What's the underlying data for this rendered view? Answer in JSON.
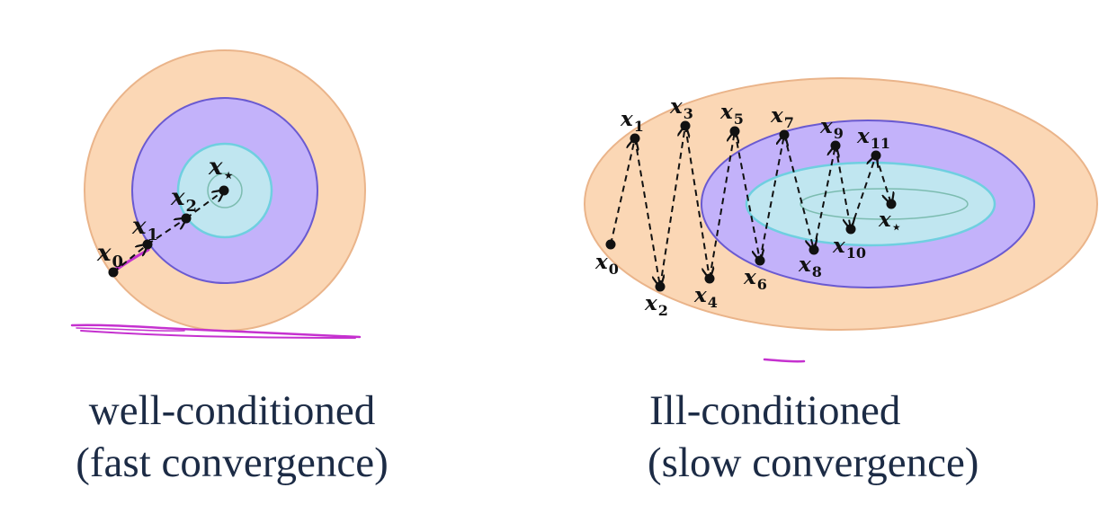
{
  "colors": {
    "outer_fill": "#fbd7b5",
    "outer_stroke": "#eab48a",
    "middle_fill": "#c3b2fa",
    "middle_stroke": "#6a5ad1",
    "inner_fill": "#c0e6f0",
    "inner_stroke": "#6fcfe0",
    "core_stroke": "#7cbcb0",
    "path": "#111111",
    "annotation": "#c531cf",
    "caption_text": "#1c2b45"
  },
  "left_panel": {
    "caption_line1": "well-conditioned",
    "caption_line2": "(fast convergence)",
    "optimum": {
      "symbol": "x",
      "subscript": "⋆"
    },
    "iterates": [
      {
        "symbol": "x",
        "subscript": "0"
      },
      {
        "symbol": "x",
        "subscript": "1"
      },
      {
        "symbol": "x",
        "subscript": "2"
      }
    ]
  },
  "right_panel": {
    "caption_line1": "Ill-conditioned",
    "caption_line2": "(slow convergence)",
    "optimum": {
      "symbol": "x",
      "subscript": "⋆"
    },
    "iterates": [
      {
        "symbol": "x",
        "subscript": "0"
      },
      {
        "symbol": "x",
        "subscript": "1"
      },
      {
        "symbol": "x",
        "subscript": "2"
      },
      {
        "symbol": "x",
        "subscript": "3"
      },
      {
        "symbol": "x",
        "subscript": "4"
      },
      {
        "symbol": "x",
        "subscript": "5"
      },
      {
        "symbol": "x",
        "subscript": "6"
      },
      {
        "symbol": "x",
        "subscript": "7"
      },
      {
        "symbol": "x",
        "subscript": "8"
      },
      {
        "symbol": "x",
        "subscript": "9"
      },
      {
        "symbol": "x",
        "subscript": "10"
      },
      {
        "symbol": "x",
        "subscript": "11"
      }
    ]
  }
}
